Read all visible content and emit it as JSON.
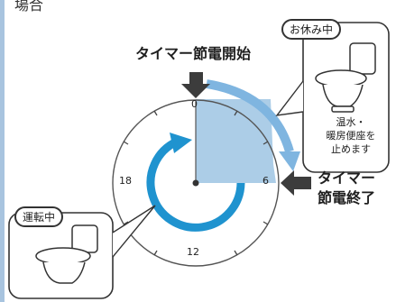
{
  "top_text": "場合",
  "timer_start_label": "タイマー節電開始",
  "timer_end_label": {
    "line1": "タイマー",
    "line2": "節電終了"
  },
  "clock_ticks": {
    "t0": "0",
    "t6": "6",
    "t12": "12",
    "t18": "18"
  },
  "resting_panel": {
    "bubble": "お休み中",
    "lines": [
      "温水・",
      "暖房便座を",
      "止めます"
    ]
  },
  "running_panel": {
    "bubble": "運転中"
  },
  "colors": {
    "accent_blue": "#1f93cf",
    "shade_blue": "#a8cae6",
    "arrow_gray": "#333333",
    "left_bar": "#a8c4df"
  },
  "icons": [
    "toilet-icon",
    "down-arrow-icon",
    "left-arrow-icon",
    "circular-arrow-icon"
  ]
}
